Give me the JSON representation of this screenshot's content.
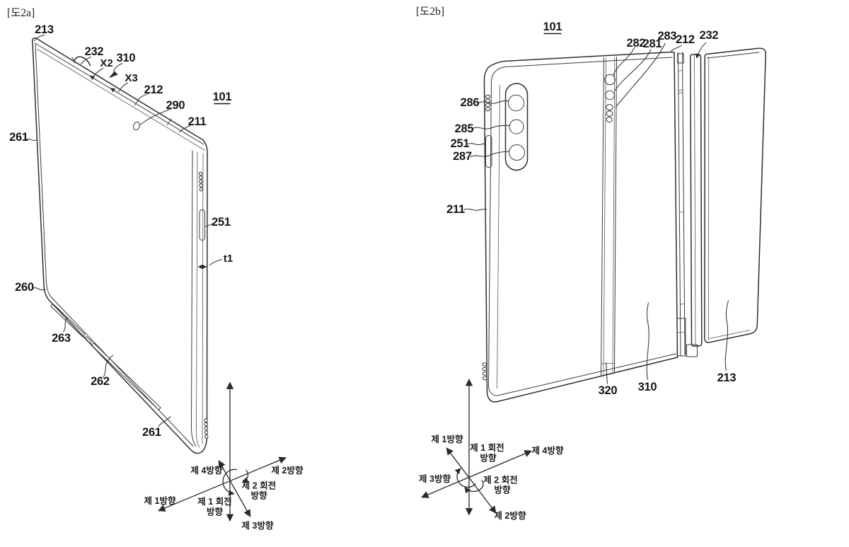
{
  "colors": {
    "background": "#ffffff",
    "line_ink": "#2e2e2e",
    "text_ink": "#161616"
  },
  "figure_2a": {
    "tag": "[도2a]",
    "ref101": "101",
    "labels": {
      "n213": "213",
      "n232": "232",
      "x2": "X2",
      "n310": "310",
      "x3": "X3",
      "n212": "212",
      "n290": "290",
      "n211": "211",
      "n261a": "261",
      "n260": "260",
      "n263": "263",
      "n262": "262",
      "n261b": "261",
      "n251": "251",
      "t1": "t1"
    },
    "axis": {
      "dir1": "제 1방향",
      "dir2": "제 2방향",
      "dir3": "제 3방향",
      "dir4": "제 4방향",
      "rot1a": "제 1 회전",
      "rot1b": "방향",
      "rot2a": "제 2 회전",
      "rot2b": "방향"
    }
  },
  "figure_2b": {
    "tag": "[도2b]",
    "ref101": "101",
    "labels": {
      "n282": "282",
      "n281": "281",
      "n283": "283",
      "n212": "212",
      "n232": "232",
      "n286": "286",
      "n285": "285",
      "n251": "251",
      "n287": "287",
      "n211": "211",
      "n320": "320",
      "n310": "310",
      "n213": "213"
    },
    "axis": {
      "dir1": "제 1방향",
      "dir2": "제 2방향",
      "dir3": "제 3방향",
      "dir4": "제 4방향",
      "rot1a": "제 1 회전",
      "rot1b": "방향",
      "rot2a": "제 2 회전",
      "rot2b": "방향"
    }
  }
}
